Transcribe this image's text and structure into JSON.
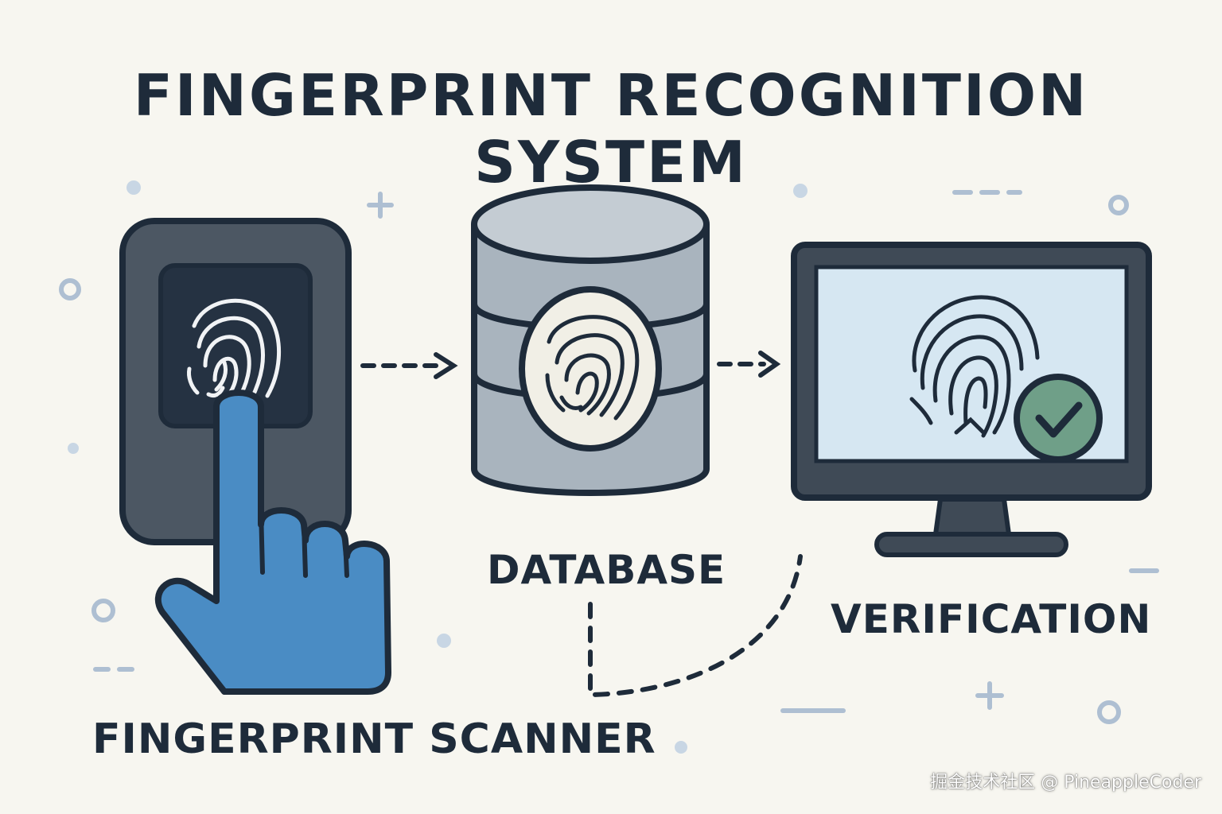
{
  "title": "FINGERPRINT RECOGNITION SYSTEM",
  "nodes": {
    "scanner": {
      "label": "FINGERPRINT SCANNER",
      "icon": "fingerprint-scanner-icon"
    },
    "database": {
      "label": "DATABASE",
      "icon": "database-icon"
    },
    "verification": {
      "label": "VERIFICATION",
      "icon": "monitor-check-icon"
    }
  },
  "watermark": "掘金技术社区 @ PineappleCoder",
  "colors": {
    "background": "#f7f6f0",
    "outline": "#1e2b3a",
    "scanner_body": "#4c5763",
    "scanner_pad": "#253242",
    "hand": "#4a8cc4",
    "database": "#a9b4be",
    "screen": "#d6e7f2",
    "check": "#6f9f88",
    "decor": "#aebfd2"
  }
}
